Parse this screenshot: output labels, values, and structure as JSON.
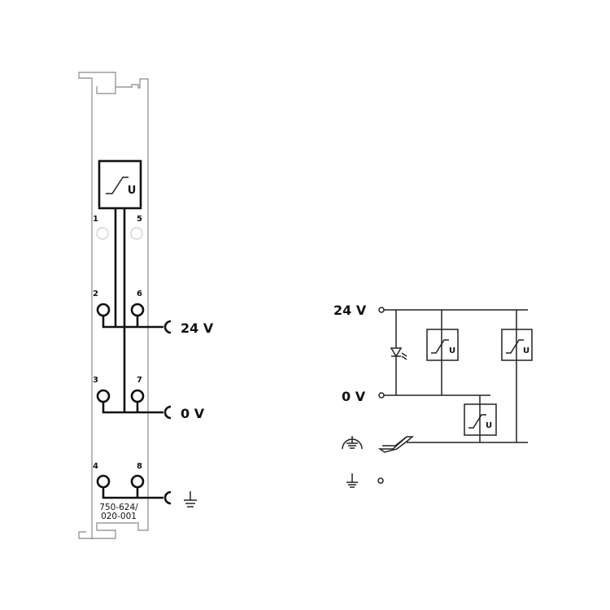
{
  "module": {
    "part_number_line1": "750-624/",
    "part_number_line2": "020-001",
    "terminals": [
      "1",
      "5",
      "2",
      "6",
      "3",
      "7",
      "4",
      "8"
    ],
    "converter_symbol_label": "U",
    "supply_labels": {
      "plus": "24 V",
      "zero": "0 V"
    }
  },
  "schematic": {
    "labels": {
      "plus": "24 V",
      "zero": "0 V"
    },
    "converter_symbol_label": "U"
  }
}
